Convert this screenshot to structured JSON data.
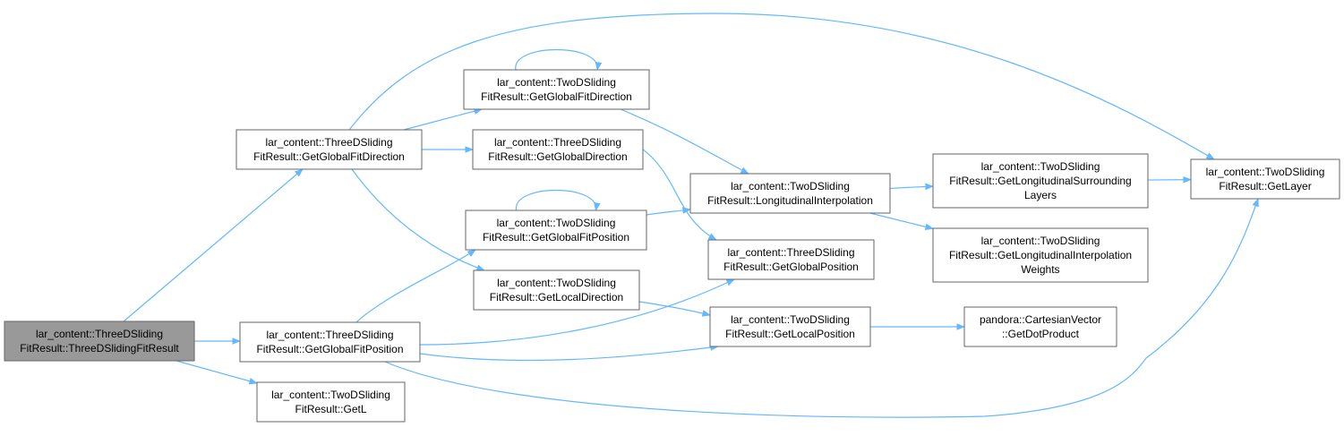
{
  "colors": {
    "edge": "#63b8ff",
    "node_fill": "#ffffff",
    "root_fill": "#999999",
    "node_border": "#666666"
  },
  "nodes": [
    {
      "id": "root",
      "lines": [
        "lar_content::ThreeDSliding",
        "FitResult::ThreeDSlidingFitResult"
      ],
      "root": true
    },
    {
      "id": "tdGetGlobalFitDirection",
      "lines": [
        "lar_content::ThreeDSliding",
        "FitResult::GetGlobalFitDirection"
      ]
    },
    {
      "id": "tdGetGlobalFitPosition",
      "lines": [
        "lar_content::ThreeDSliding",
        "FitResult::GetGlobalFitPosition"
      ]
    },
    {
      "id": "twoGetL",
      "lines": [
        "lar_content::TwoDSliding",
        "FitResult::GetL"
      ]
    },
    {
      "id": "twoGetGlobalFitDirection",
      "lines": [
        "lar_content::TwoDSliding",
        "FitResult::GetGlobalFitDirection"
      ]
    },
    {
      "id": "tdGetGlobalDirection",
      "lines": [
        "lar_content::ThreeDSliding",
        "FitResult::GetGlobalDirection"
      ]
    },
    {
      "id": "twoGetGlobalFitPosition",
      "lines": [
        "lar_content::TwoDSliding",
        "FitResult::GetGlobalFitPosition"
      ]
    },
    {
      "id": "twoGetLocalDirection",
      "lines": [
        "lar_content::TwoDSliding",
        "FitResult::GetLocalDirection"
      ]
    },
    {
      "id": "twoLongitudinalInterpolation",
      "lines": [
        "lar_content::TwoDSliding",
        "FitResult::LongitudinalInterpolation"
      ]
    },
    {
      "id": "tdGetGlobalPosition",
      "lines": [
        "lar_content::ThreeDSliding",
        "FitResult::GetGlobalPosition"
      ]
    },
    {
      "id": "twoGetLocalPosition",
      "lines": [
        "lar_content::TwoDSliding",
        "FitResult::GetLocalPosition"
      ]
    },
    {
      "id": "twoGetLongSurrounding",
      "lines": [
        "lar_content::TwoDSliding",
        "FitResult::GetLongitudinalSurrounding",
        "Layers"
      ]
    },
    {
      "id": "twoGetLongInterpWeights",
      "lines": [
        "lar_content::TwoDSliding",
        "FitResult::GetLongitudinalInterpolation",
        "Weights"
      ]
    },
    {
      "id": "pandoraGetDotProduct",
      "lines": [
        "pandora::CartesianVector",
        "::GetDotProduct"
      ]
    },
    {
      "id": "twoGetLayer",
      "lines": [
        "lar_content::TwoDSliding",
        "FitResult::GetLayer"
      ]
    }
  ],
  "edges": [
    {
      "from": "root",
      "to": "tdGetGlobalFitDirection"
    },
    {
      "from": "root",
      "to": "tdGetGlobalFitPosition"
    },
    {
      "from": "root",
      "to": "twoGetL"
    },
    {
      "from": "tdGetGlobalFitDirection",
      "to": "twoGetGlobalFitDirection"
    },
    {
      "from": "tdGetGlobalFitDirection",
      "to": "tdGetGlobalDirection"
    },
    {
      "from": "tdGetGlobalFitDirection",
      "to": "twoGetLocalDirection"
    },
    {
      "from": "tdGetGlobalFitDirection",
      "to": "twoGetLayer"
    },
    {
      "from": "twoGetGlobalFitDirection",
      "to": "twoGetGlobalFitDirection"
    },
    {
      "from": "twoGetGlobalFitDirection",
      "to": "twoLongitudinalInterpolation"
    },
    {
      "from": "tdGetGlobalDirection",
      "to": "tdGetGlobalPosition"
    },
    {
      "from": "tdGetGlobalFitPosition",
      "to": "twoGetGlobalFitPosition"
    },
    {
      "from": "tdGetGlobalFitPosition",
      "to": "tdGetGlobalPosition"
    },
    {
      "from": "tdGetGlobalFitPosition",
      "to": "twoGetLocalPosition"
    },
    {
      "from": "tdGetGlobalFitPosition",
      "to": "twoGetLayer"
    },
    {
      "from": "twoGetGlobalFitPosition",
      "to": "twoGetGlobalFitPosition"
    },
    {
      "from": "twoGetGlobalFitPosition",
      "to": "twoLongitudinalInterpolation"
    },
    {
      "from": "twoGetLocalDirection",
      "to": "twoGetLocalPosition"
    },
    {
      "from": "twoLongitudinalInterpolation",
      "to": "twoGetLongSurrounding"
    },
    {
      "from": "twoLongitudinalInterpolation",
      "to": "twoGetLongInterpWeights"
    },
    {
      "from": "twoGetLongSurrounding",
      "to": "twoGetLayer"
    },
    {
      "from": "twoGetLocalPosition",
      "to": "pandoraGetDotProduct"
    }
  ]
}
